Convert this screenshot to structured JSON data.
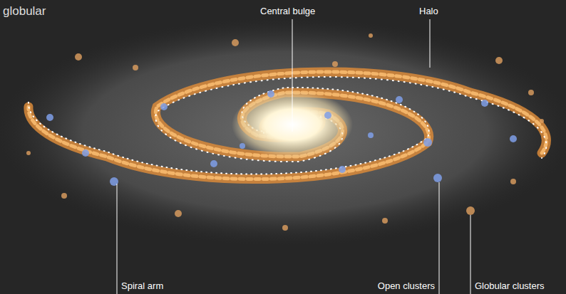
{
  "diagram": {
    "labels": [
      "globular",
      "Central bulge",
      "Halo",
      "Spiral arm",
      "Open clusters",
      "Globular clusters"
    ]
  }
}
